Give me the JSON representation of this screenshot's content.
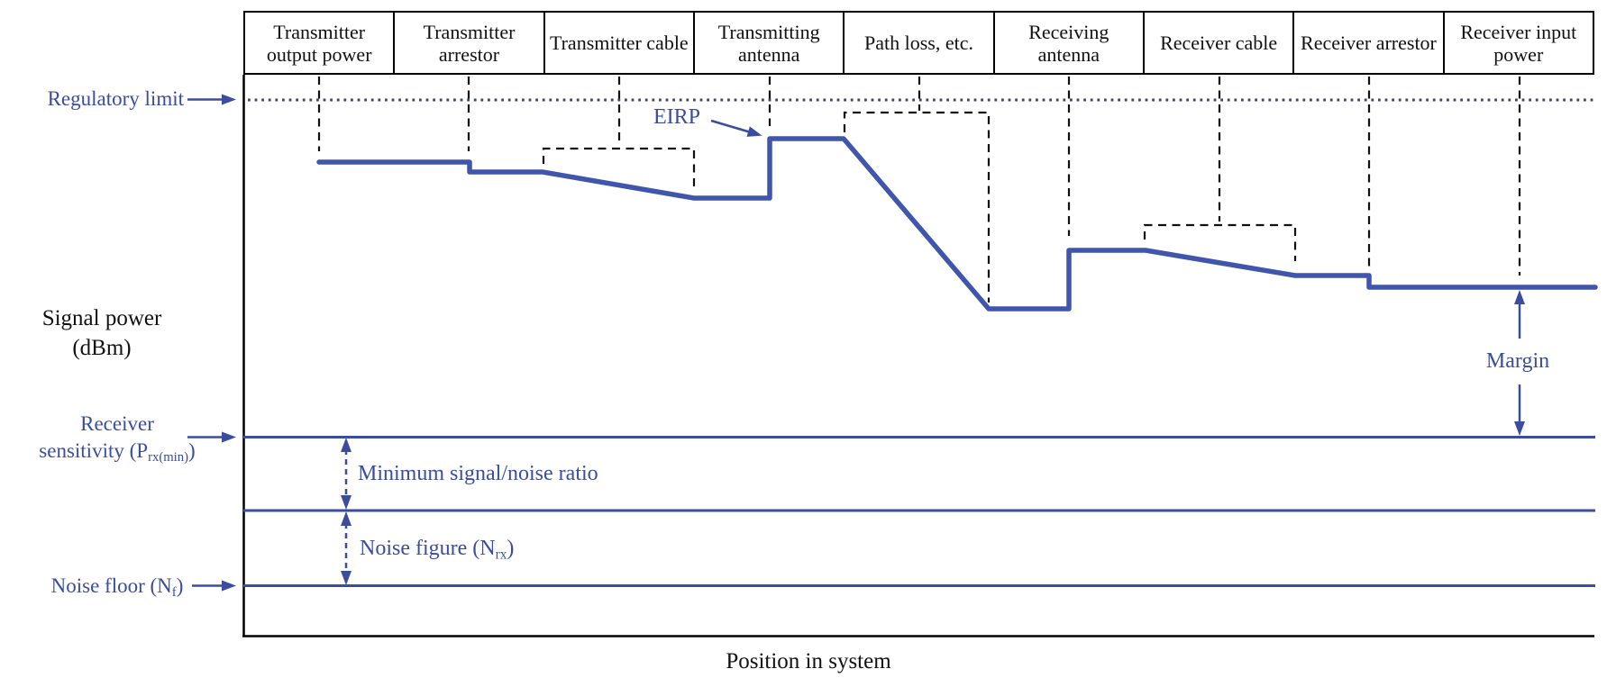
{
  "title": "Link budget diagram: signal power versus position in a radio system",
  "header": {
    "columns": [
      {
        "label": "Transmitter output power"
      },
      {
        "label": "Transmitter arrestor"
      },
      {
        "label": "Transmitter cable"
      },
      {
        "label": "Transmitting antenna"
      },
      {
        "label": "Path loss, etc."
      },
      {
        "label": "Receiving antenna"
      },
      {
        "label": "Receiver cable"
      },
      {
        "label": "Receiver arrestor"
      },
      {
        "label": "Receiver input power"
      }
    ]
  },
  "axis": {
    "x_label": "Position in system",
    "y_label_line1": "Signal power",
    "y_label_line2": "(dBm)"
  },
  "annotations": {
    "regulatory_limit": "Regulatory limit",
    "eirp": "EIRP",
    "margin": "Margin",
    "min_snr": "Minimum signal/noise ratio",
    "noise_figure": {
      "pre": "Noise figure (N",
      "sub": "rx",
      "post": ")"
    },
    "receiver_sensitivity": {
      "line1": "Receiver",
      "pre": "sensitivity (P",
      "sub": "rx(min)",
      "post": ")"
    },
    "noise_floor": {
      "pre": "Noise floor (N",
      "sub": "f",
      "post": ")"
    }
  },
  "colors": {
    "blue": "#3a4d9e",
    "signal": "#4055ac",
    "dotted": "#3e4566",
    "dash": "#111111",
    "ink": "#111111"
  },
  "chart_data": {
    "type": "line",
    "xlabel": "Position in system",
    "ylabel": "Signal power (dBm)",
    "grid": false,
    "stages": [
      "Transmitter output power",
      "Transmitter arrestor",
      "Transmitter cable",
      "Transmitting antenna",
      "Path loss, etc.",
      "Receiving antenna",
      "Receiver cable",
      "Receiver arrestor",
      "Receiver input power"
    ],
    "events": [
      {
        "stage": "Transmitter output power",
        "change": "reference start level, flat"
      },
      {
        "stage": "Transmitter arrestor",
        "change": "small step loss"
      },
      {
        "stage": "Transmitter cable",
        "change": "gradual sloped loss"
      },
      {
        "stage": "Transmitting antenna",
        "change": "step gain up to EIRP peak"
      },
      {
        "stage": "Path loss, etc.",
        "change": "large steep gradual loss to minimum"
      },
      {
        "stage": "Receiving antenna",
        "change": "step gain up"
      },
      {
        "stage": "Receiver cable",
        "change": "gradual sloped loss"
      },
      {
        "stage": "Receiver arrestor",
        "change": "small step loss"
      },
      {
        "stage": "Receiver input power",
        "change": "final flat level; margin above receiver sensitivity"
      }
    ],
    "reference_lines": [
      {
        "name": "Regulatory limit",
        "style": "dotted",
        "relation": "above EIRP peak"
      },
      {
        "name": "Receiver sensitivity (Prx(min))",
        "style": "solid",
        "relation": "margin below receiver input power"
      },
      {
        "name": "Minimum signal/noise ratio",
        "relation": "between receiver sensitivity and noise figure line"
      },
      {
        "name": "Noise figure (Nrx)",
        "relation": "between middle line and noise floor"
      },
      {
        "name": "Noise floor (Nf)",
        "style": "solid",
        "relation": "lowest reference line"
      }
    ],
    "legend": "none"
  }
}
